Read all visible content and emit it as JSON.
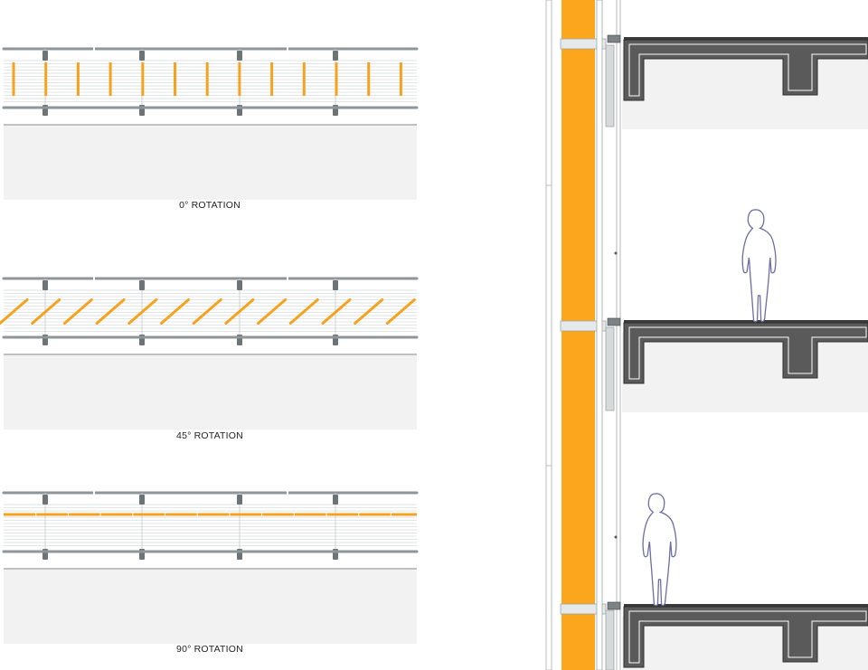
{
  "panels": [
    {
      "caption": "0° ROTATION",
      "rotation_deg": 0
    },
    {
      "caption": "45° ROTATION",
      "rotation_deg": 45
    },
    {
      "caption": "90° ROTATION",
      "rotation_deg": 90
    }
  ],
  "section": {
    "floors": 3,
    "figures": 2
  },
  "colors": {
    "fin_orange": "#f7a21c",
    "insulation_orange": "#fca61d",
    "slab_gray": "#5a5a5a",
    "soffit_gray": "#f2f2f2",
    "rail_gray": "#8e9699",
    "mullion_gray": "#c9cdcf",
    "figure_stroke": "#6f6fa8",
    "line_gray": "#c8cccd"
  }
}
